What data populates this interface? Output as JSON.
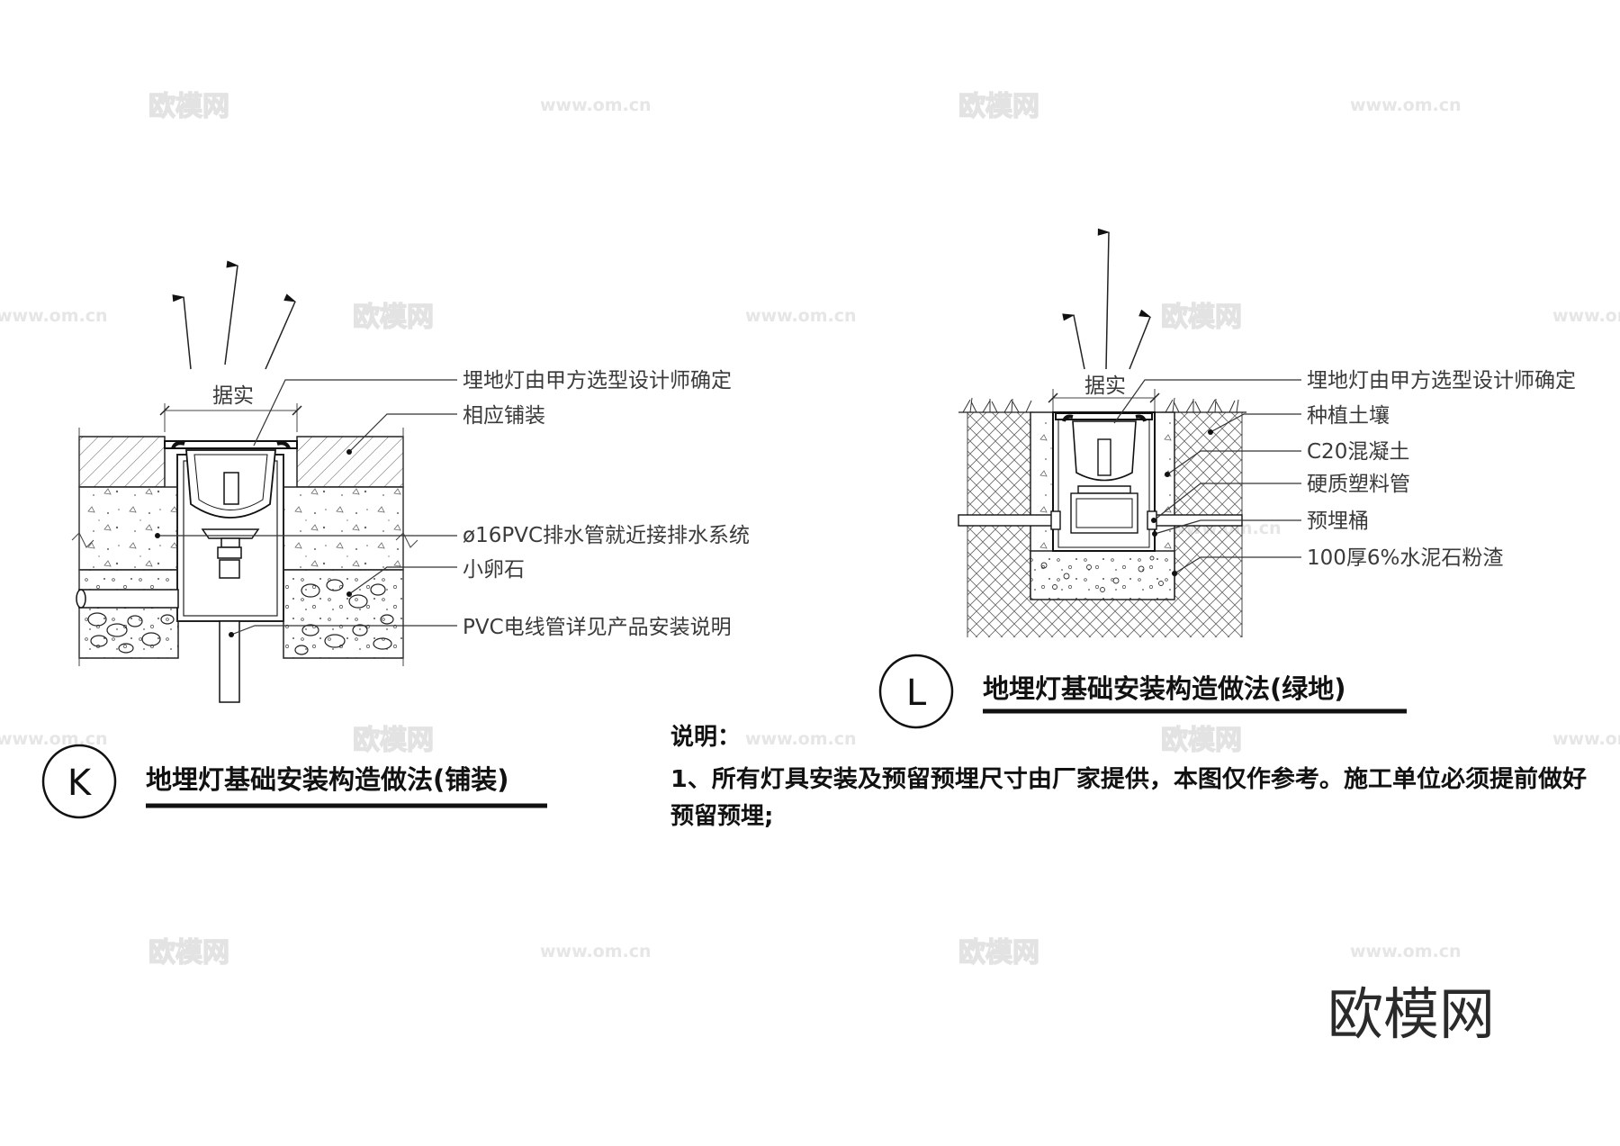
{
  "watermark": {
    "brand": "欧模网",
    "url": "www.om.cn",
    "url_partial": "m.cn"
  },
  "detail_k": {
    "mark": "K",
    "title": "地埋灯基础安装构造做法(铺装)",
    "width_label": "据实",
    "labels": [
      "埋地灯由甲方选型设计师确定",
      "相应铺装",
      "ø16PVC排水管就近接排水系统",
      "小卵石",
      "PVC电线管详见产品安装说明"
    ]
  },
  "detail_l": {
    "mark": "L",
    "title": "地埋灯基础安装构造做法(绿地)",
    "width_label": "据实",
    "labels": [
      "埋地灯由甲方选型设计师确定",
      "种植土壤",
      "C20混凝土",
      "硬质塑料管",
      "预埋桶",
      "100厚6%水泥石粉渣"
    ]
  },
  "notes": {
    "heading": "说明：",
    "line1": "1、所有灯具安装及预留预埋尺寸由厂家提供，本图仅作参考。施工单位必须提前做好",
    "line2": "预留预埋;"
  }
}
